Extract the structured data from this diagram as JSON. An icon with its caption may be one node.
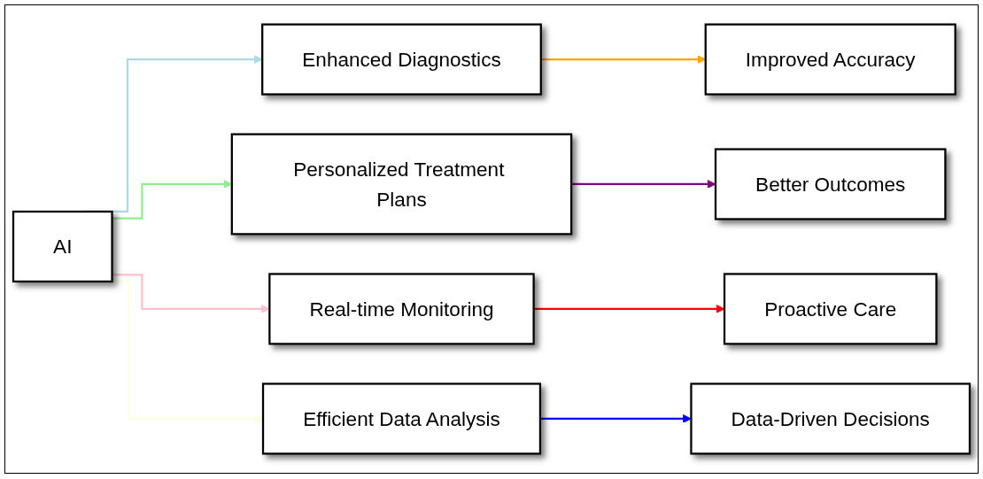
{
  "diagram": {
    "nodes": [
      {
        "text": [
          "AI"
        ]
      },
      {
        "text": [
          "Enhanced Diagnostics"
        ]
      },
      {
        "text": [
          "Improved Accuracy"
        ]
      },
      {
        "text": [
          "Personalized Treatment Plans"
        ]
      },
      {
        "text": [
          "Better Outcomes"
        ]
      },
      {
        "text": [
          "Real-time Monitoring"
        ]
      },
      {
        "text": [
          "Proactive Care"
        ]
      },
      {
        "text": [
          "Efficient Data Analysis"
        ]
      },
      {
        "text": [
          "Data-Driven Decisions"
        ]
      }
    ],
    "edges": [
      {
        "from": 0,
        "to": 1,
        "arrow": "to",
        "color": "#add8e6"
      },
      {
        "from": 0,
        "to": 3,
        "arrow": "to",
        "color": "#90ee90"
      },
      {
        "from": 0,
        "to": 5,
        "arrow": "to",
        "color": "#ffc0cb"
      },
      {
        "from": 0,
        "to": 7,
        "arrow": "to",
        "color": "#ffffe0"
      },
      {
        "from": 1,
        "to": 2,
        "arrow": "to",
        "color": "#ffa500"
      },
      {
        "from": 3,
        "to": 4,
        "arrow": "to",
        "color": "#800080"
      },
      {
        "from": 5,
        "to": 6,
        "arrow": "to",
        "color": "#ff0000"
      },
      {
        "from": 7,
        "to": 8,
        "arrow": "to",
        "color": "#0000ff"
      }
    ]
  }
}
